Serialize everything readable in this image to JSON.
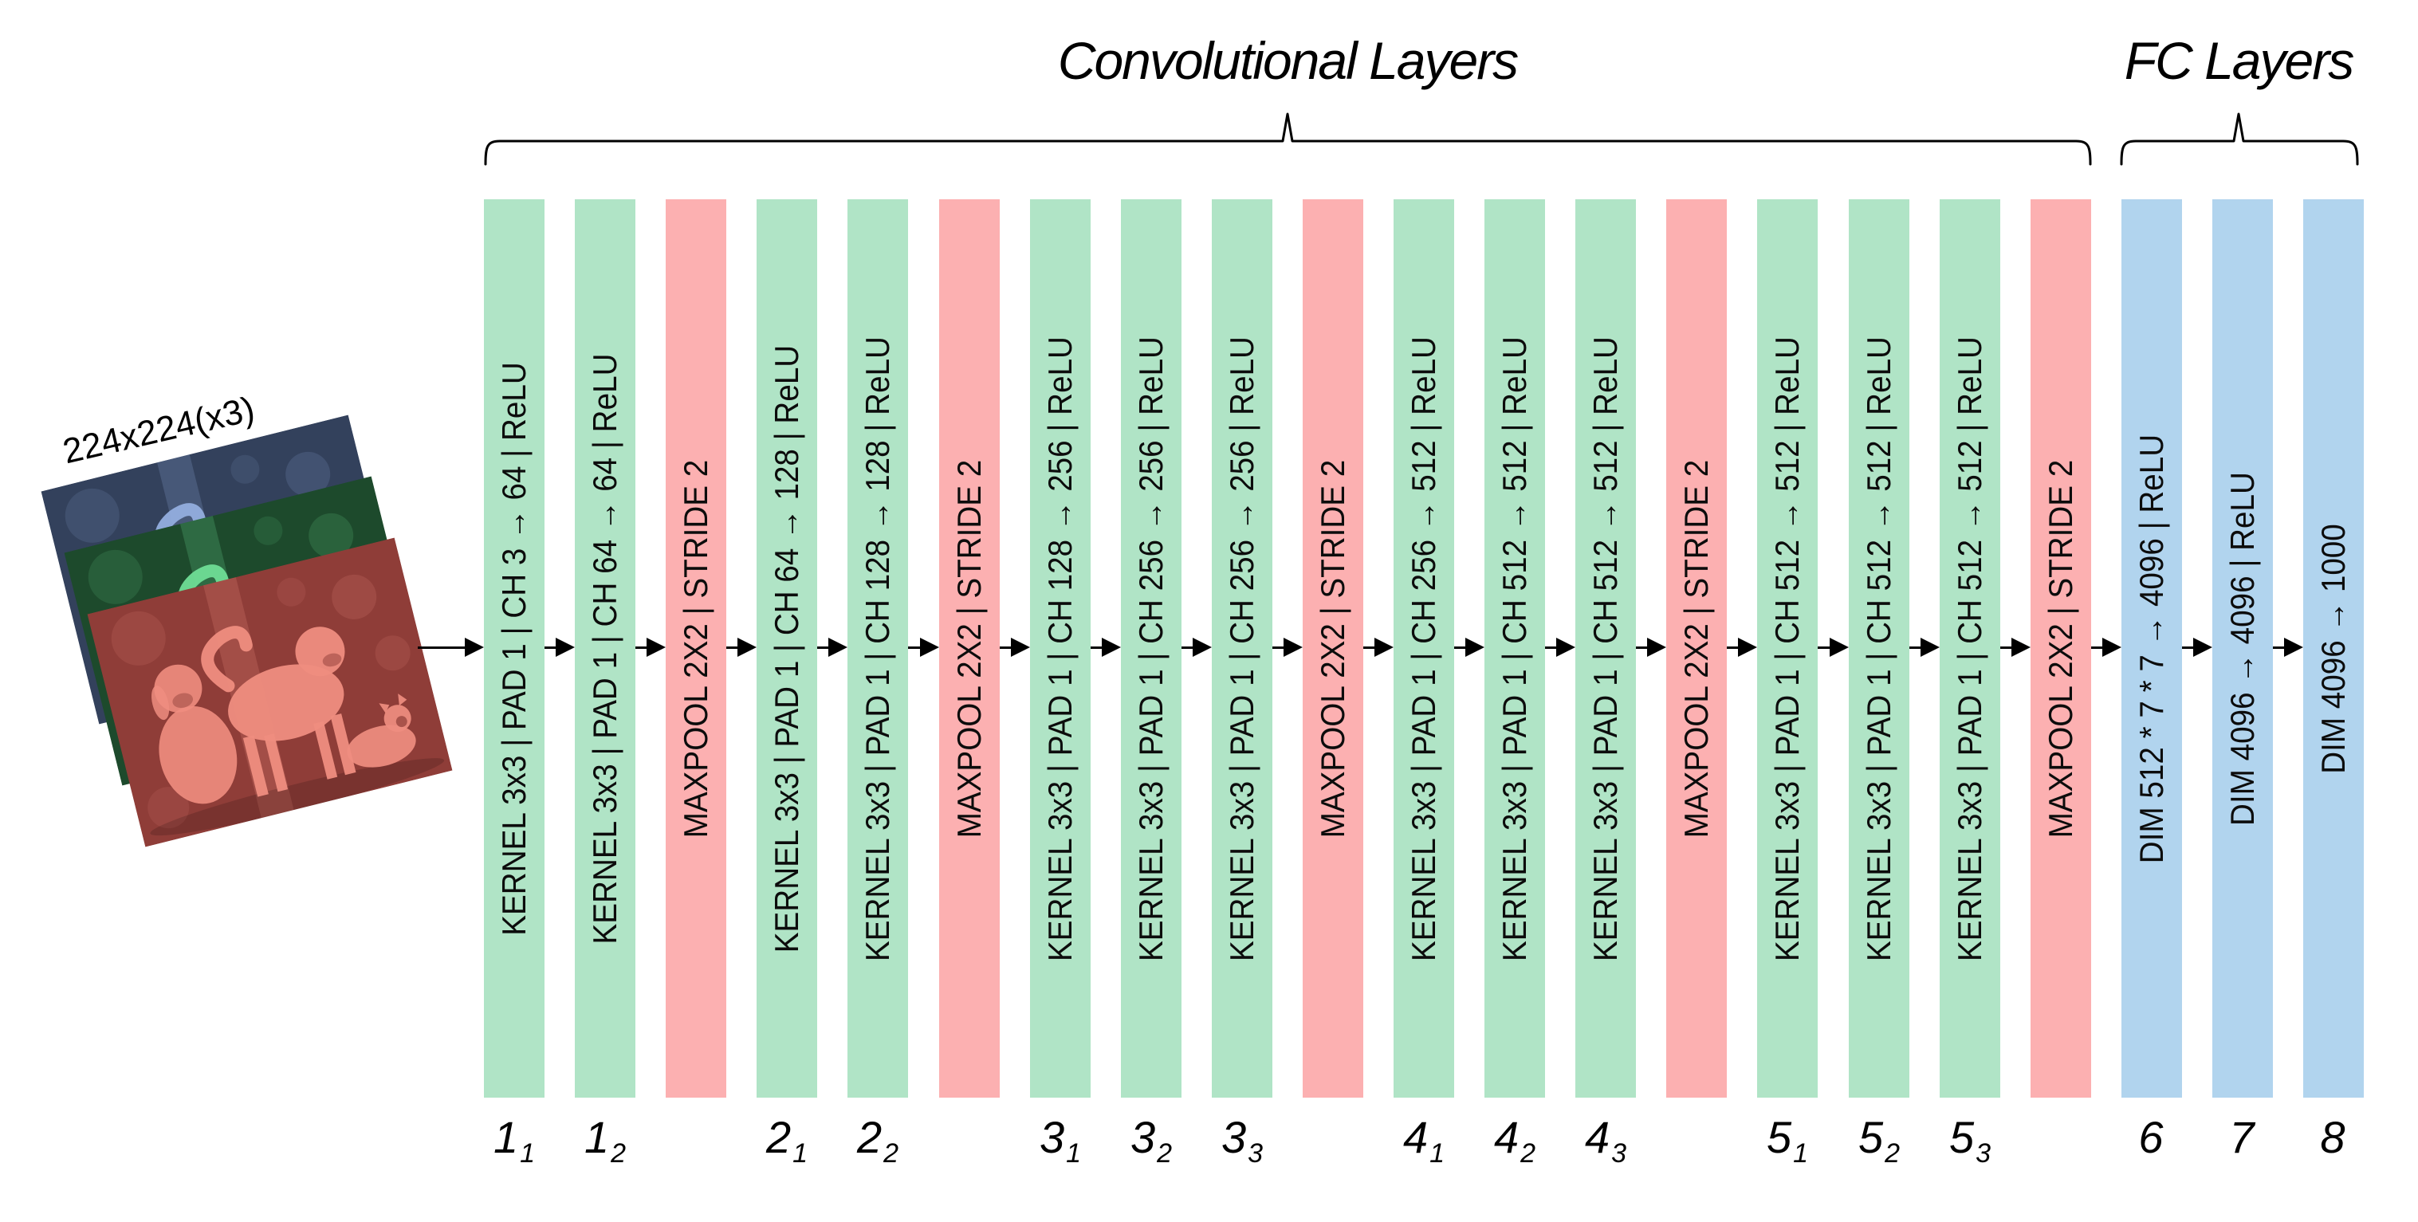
{
  "titles": {
    "conv": "Convolutional Layers",
    "fc": "FC Layers"
  },
  "input": {
    "size_label": "224x224(x3)"
  },
  "colors": {
    "conv_bar": "#B0E4C6",
    "pool_bar": "#FCB0B1",
    "fc_bar": "#B1D4EE",
    "arrow": "#000000",
    "text": "#000000",
    "photo_blue_tint": "#93aede",
    "photo_green_tint": "#6fdd96",
    "photo_red_tint": "#ef8d80"
  },
  "bars": [
    {
      "kind": "conv",
      "text": "KERNEL 3x3 | PAD 1 | CH 3 → 64 | ReLU",
      "label_main": "1",
      "label_sub": "1"
    },
    {
      "kind": "conv",
      "text": "KERNEL 3x3 | PAD 1 | CH 64 → 64 | ReLU",
      "label_main": "1",
      "label_sub": "2"
    },
    {
      "kind": "pool",
      "text": "MAXPOOL 2X2 | STRIDE 2"
    },
    {
      "kind": "conv",
      "text": "KERNEL 3x3 | PAD 1 | CH 64 → 128 | ReLU",
      "label_main": "2",
      "label_sub": "1"
    },
    {
      "kind": "conv",
      "text": "KERNEL 3x3 | PAD 1 | CH 128 → 128 | ReLU",
      "label_main": "2",
      "label_sub": "2"
    },
    {
      "kind": "pool",
      "text": "MAXPOOL 2X2 | STRIDE 2"
    },
    {
      "kind": "conv",
      "text": "KERNEL 3x3 | PAD 1 | CH 128 → 256 | ReLU",
      "label_main": "3",
      "label_sub": "1"
    },
    {
      "kind": "conv",
      "text": "KERNEL 3x3 | PAD 1 | CH 256 → 256 | ReLU",
      "label_main": "3",
      "label_sub": "2"
    },
    {
      "kind": "conv",
      "text": "KERNEL 3x3 | PAD 1 | CH 256 → 256 | ReLU",
      "label_main": "3",
      "label_sub": "3"
    },
    {
      "kind": "pool",
      "text": "MAXPOOL 2X2 | STRIDE 2"
    },
    {
      "kind": "conv",
      "text": "KERNEL 3x3 | PAD 1 | CH 256 → 512 | ReLU",
      "label_main": "4",
      "label_sub": "1"
    },
    {
      "kind": "conv",
      "text": "KERNEL 3x3 | PAD 1 | CH 512 → 512 | ReLU",
      "label_main": "4",
      "label_sub": "2"
    },
    {
      "kind": "conv",
      "text": "KERNEL 3x3 | PAD 1 | CH 512 → 512 | ReLU",
      "label_main": "4",
      "label_sub": "3"
    },
    {
      "kind": "pool",
      "text": "MAXPOOL 2X2 | STRIDE 2"
    },
    {
      "kind": "conv",
      "text": "KERNEL 3x3 | PAD 1 | CH 512 → 512 | ReLU",
      "label_main": "5",
      "label_sub": "1"
    },
    {
      "kind": "conv",
      "text": "KERNEL 3x3 | PAD 1 | CH 512 → 512 | ReLU",
      "label_main": "5",
      "label_sub": "2"
    },
    {
      "kind": "conv",
      "text": "KERNEL 3x3 | PAD 1 | CH 512 → 512 | ReLU",
      "label_main": "5",
      "label_sub": "3"
    },
    {
      "kind": "pool",
      "text": "MAXPOOL 2X2 | STRIDE 2"
    },
    {
      "kind": "fc",
      "text": "DIM 512 * 7 * 7 → 4096 | ReLU",
      "label_main": "6",
      "label_sub": ""
    },
    {
      "kind": "fc",
      "text": "DIM 4096 → 4096 | ReLU",
      "label_main": "7",
      "label_sub": ""
    },
    {
      "kind": "fc",
      "text": "DIM 4096 → 1000",
      "label_main": "8",
      "label_sub": ""
    }
  ]
}
